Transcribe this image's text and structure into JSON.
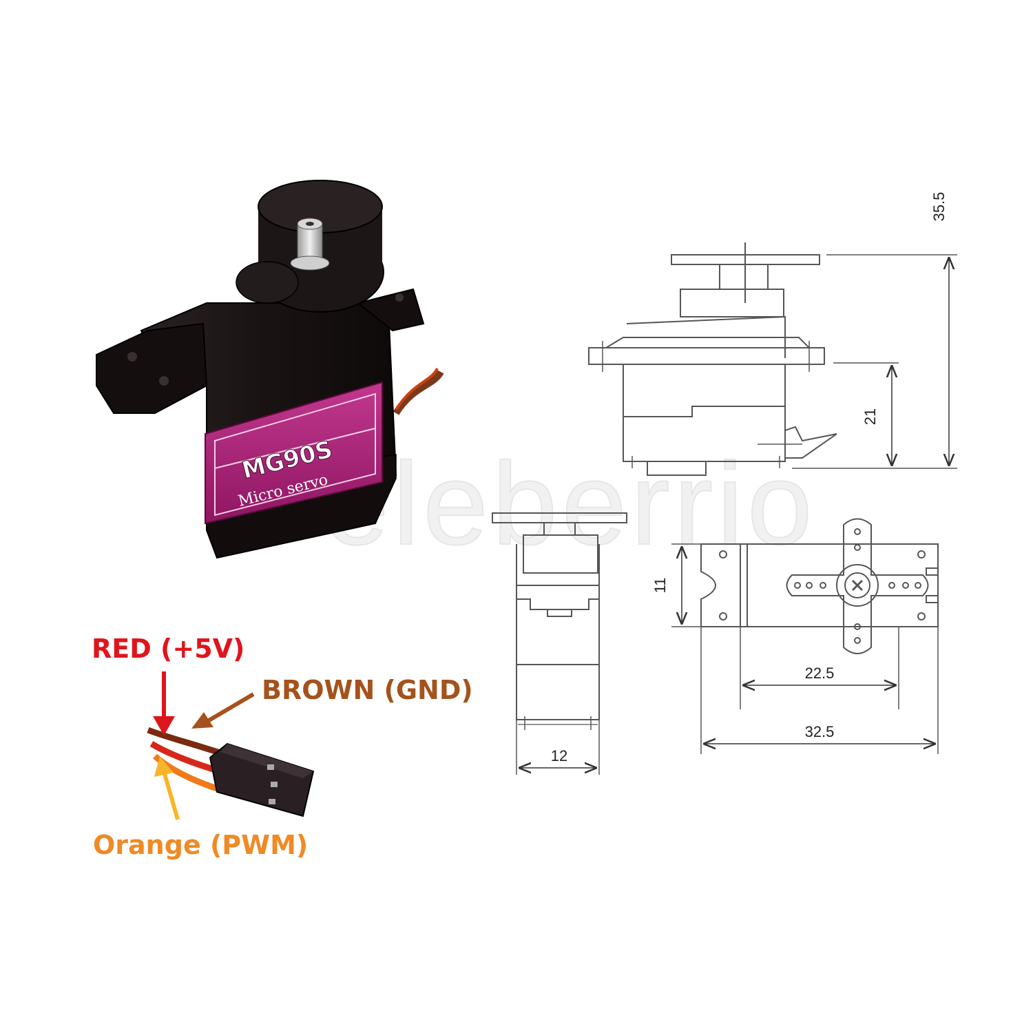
{
  "product": {
    "model": "MG90S",
    "subtitle": "Micro servo",
    "watermark": "eleberrio"
  },
  "wires": {
    "red": {
      "label": "RED (+5V)",
      "color": "#e0141b"
    },
    "brown": {
      "label": "BROWN (GND)",
      "color": "#a5521c"
    },
    "orange": {
      "label": "Orange (PWM)",
      "color": "#f08a24"
    }
  },
  "dimensions": {
    "total_height": "35.5",
    "body_height": "21",
    "depth": "11",
    "hole_spacing": "22.5",
    "total_length": "32.5",
    "width": "12"
  },
  "colors": {
    "label_magenta": "#b0207a",
    "servo_body": "#1a1414",
    "drawing_line": "#555555"
  }
}
